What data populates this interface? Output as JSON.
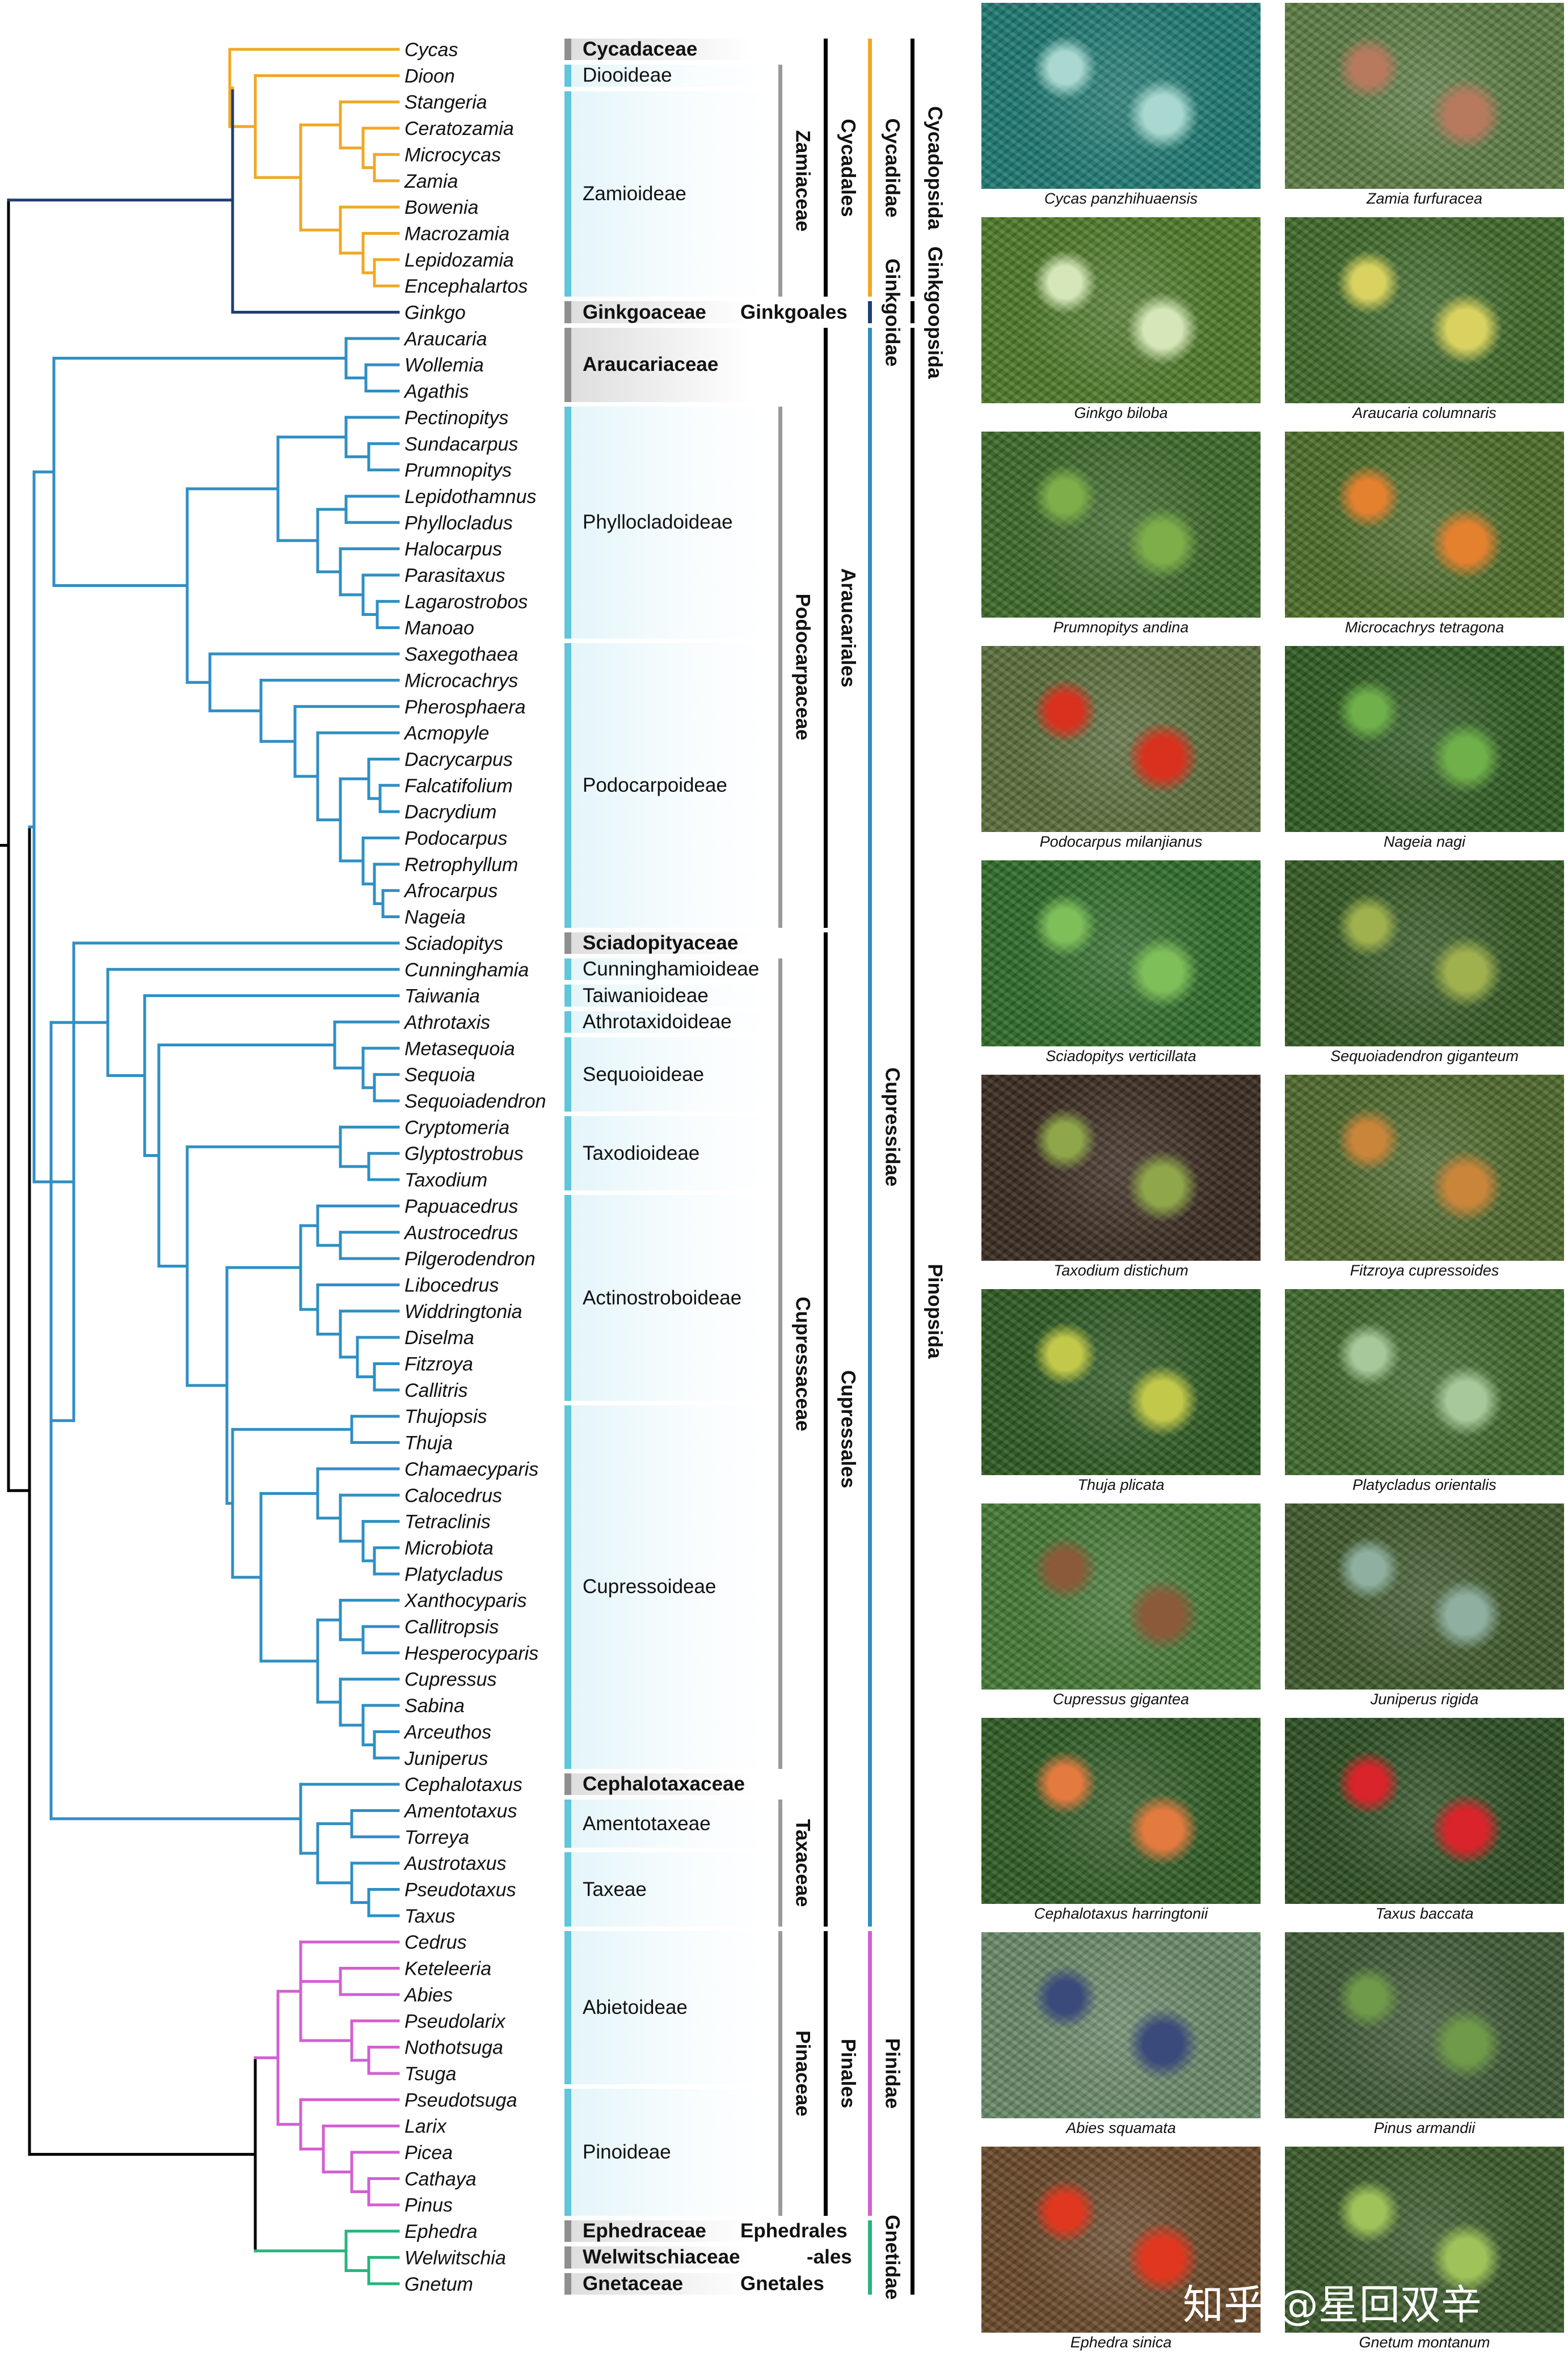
{
  "genera": [
    "Cycas",
    "Dioon",
    "Stangeria",
    "Ceratozamia",
    "Microcycas",
    "Zamia",
    "Bowenia",
    "Macrozamia",
    "Lepidozamia",
    "Encephalartos",
    "Ginkgo",
    "Araucaria",
    "Wollemia",
    "Agathis",
    "Pectinopitys",
    "Sundacarpus",
    "Prumnopitys",
    "Lepidothamnus",
    "Phyllocladus",
    "Halocarpus",
    "Parasitaxus",
    "Lagarostrobos",
    "Manoao",
    "Saxegothaea",
    "Microcachrys",
    "Pherosphaera",
    "Acmopyle",
    "Dacrycarpus",
    "Falcatifolium",
    "Dacrydium",
    "Podocarpus",
    "Retrophyllum",
    "Afrocarpus",
    "Nageia",
    "Sciadopitys",
    "Cunninghamia",
    "Taiwania",
    "Athrotaxis",
    "Metasequoia",
    "Sequoia",
    "Sequoiadendron",
    "Cryptomeria",
    "Glyptostrobus",
    "Taxodium",
    "Papuacedrus",
    "Austrocedrus",
    "Pilgerodendron",
    "Libocedrus",
    "Widdringtonia",
    "Diselma",
    "Fitzroya",
    "Callitris",
    "Thujopsis",
    "Thuja",
    "Chamaecyparis",
    "Calocedrus",
    "Tetraclinis",
    "Microbiota",
    "Platycladus",
    "Xanthocyparis",
    "Callitropsis",
    "Hesperocyparis",
    "Cupressus",
    "Sabina",
    "Arceuthos",
    "Juniperus",
    "Cephalotaxus",
    "Amentotaxus",
    "Torreya",
    "Austrotaxus",
    "Pseudotaxus",
    "Taxus",
    "Cedrus",
    "Keteleeria",
    "Abies",
    "Pseudolarix",
    "Nothotsuga",
    "Tsuga",
    "Pseudotsuga",
    "Larix",
    "Picea",
    "Cathaya",
    "Pinus",
    "Ephedra",
    "Welwitschia",
    "Gnetum"
  ],
  "subfamilies": [
    {
      "label": "Cycadaceae",
      "from": 0,
      "to": 0,
      "bold": true,
      "style": "gray"
    },
    {
      "label": "Diooideae",
      "from": 1,
      "to": 1,
      "bold": false,
      "style": "cyan"
    },
    {
      "label": "Zamioideae",
      "from": 2,
      "to": 9,
      "bold": false,
      "style": "cyan"
    },
    {
      "label": "Ginkgoaceae",
      "from": 10,
      "to": 10,
      "bold": true,
      "style": "gray"
    },
    {
      "label": "Araucariaceae",
      "from": 11,
      "to": 13,
      "bold": true,
      "style": "gray"
    },
    {
      "label": "Phyllocladoideae",
      "from": 14,
      "to": 22,
      "bold": false,
      "style": "cyan"
    },
    {
      "label": "Podocarpoideae",
      "from": 23,
      "to": 33,
      "bold": false,
      "style": "cyan"
    },
    {
      "label": "Sciadopityaceae",
      "from": 34,
      "to": 34,
      "bold": true,
      "style": "gray"
    },
    {
      "label": "Cunninghamioideae",
      "from": 35,
      "to": 35,
      "bold": false,
      "style": "cyan"
    },
    {
      "label": "Taiwanioideae",
      "from": 36,
      "to": 36,
      "bold": false,
      "style": "cyan"
    },
    {
      "label": "Athrotaxidoideae",
      "from": 37,
      "to": 37,
      "bold": false,
      "style": "cyan"
    },
    {
      "label": "Sequoioideae",
      "from": 38,
      "to": 40,
      "bold": false,
      "style": "cyan"
    },
    {
      "label": "Taxodioideae",
      "from": 41,
      "to": 43,
      "bold": false,
      "style": "cyan"
    },
    {
      "label": "Actinostroboideae",
      "from": 44,
      "to": 51,
      "bold": false,
      "style": "cyan"
    },
    {
      "label": "Cupressoideae",
      "from": 52,
      "to": 65,
      "bold": false,
      "style": "cyan"
    },
    {
      "label": "Cephalotaxaceae",
      "from": 66,
      "to": 66,
      "bold": true,
      "style": "gray"
    },
    {
      "label": "Amentotaxeae",
      "from": 67,
      "to": 68,
      "bold": false,
      "style": "cyan"
    },
    {
      "label": "Taxeae",
      "from": 69,
      "to": 71,
      "bold": false,
      "style": "cyan"
    },
    {
      "label": "Abietoideae",
      "from": 72,
      "to": 77,
      "bold": false,
      "style": "cyan"
    },
    {
      "label": "Pinoideae",
      "from": 78,
      "to": 82,
      "bold": false,
      "style": "cyan"
    },
    {
      "label": "Ephedraceae",
      "from": 83,
      "to": 83,
      "bold": true,
      "style": "gray"
    },
    {
      "label": "Welwitschiaceae",
      "from": 84,
      "to": 84,
      "bold": true,
      "style": "gray"
    },
    {
      "label": "Gnetaceae",
      "from": 85,
      "to": 85,
      "bold": true,
      "style": "gray"
    }
  ],
  "families": [
    {
      "label": "Zamiaceae",
      "from": 1,
      "to": 9
    },
    {
      "label": "Podocarpaceae",
      "from": 14,
      "to": 33
    },
    {
      "label": "Cupressaceae",
      "from": 35,
      "to": 65
    },
    {
      "label": "Taxaceae",
      "from": 67,
      "to": 71
    },
    {
      "label": "Pinaceae",
      "from": 72,
      "to": 82
    }
  ],
  "orders": [
    {
      "label": "Cycadales",
      "from": 0,
      "to": 9,
      "vertical": true
    },
    {
      "label": "Ginkgoales",
      "from": 10,
      "to": 10,
      "vertical": false
    },
    {
      "label": "Araucariales",
      "from": 11,
      "to": 33,
      "vertical": true
    },
    {
      "label": "Cupressales",
      "from": 34,
      "to": 71,
      "vertical": true
    },
    {
      "label": "Pinales",
      "from": 72,
      "to": 82,
      "vertical": true
    },
    {
      "label": "Ephedrales",
      "from": 83,
      "to": 83,
      "vertical": false
    },
    {
      "label": "-ales",
      "from": 84,
      "to": 84,
      "vertical": false
    },
    {
      "label": "Gnetales",
      "from": 85,
      "to": 85,
      "vertical": false
    }
  ],
  "subclasses": [
    {
      "label": "Cycadidae",
      "from": 0,
      "to": 9,
      "color": "#f0a824"
    },
    {
      "label": "Ginkgoidae",
      "from": 10,
      "to": 10,
      "color": "#1f3f73"
    },
    {
      "label": "Cupressidae",
      "from": 11,
      "to": 71,
      "color": "#2f8fc4"
    },
    {
      "label": "Pinidae",
      "from": 72,
      "to": 82,
      "color": "#d35fd0"
    },
    {
      "label": "Gnetidae",
      "from": 83,
      "to": 85,
      "color": "#2ab37e"
    }
  ],
  "classes": [
    {
      "label": "Cycadopsida",
      "from": 0,
      "to": 9
    },
    {
      "label": "Ginkgoopsida",
      "from": 10,
      "to": 10
    },
    {
      "label": "Pinopsida",
      "from": 11,
      "to": 85
    }
  ],
  "colors": {
    "cycads": "#f0a824",
    "ginkgo": "#1f3f73",
    "cupressids": "#2f8fc4",
    "pinids": "#d35fd0",
    "gnetids": "#2ab37e",
    "root": "#000000"
  },
  "photos": [
    {
      "caption": "Cycas panzhihuaensis",
      "bg": "#1f7a73",
      "accent": "#a8d8cf"
    },
    {
      "caption": "Zamia furfuracea",
      "bg": "#5d7d45",
      "accent": "#b77a5f"
    },
    {
      "caption": "Ginkgo biloba",
      "bg": "#4f7a2a",
      "accent": "#d5e6b8"
    },
    {
      "caption": "Araucaria columnaris",
      "bg": "#3f6a2a",
      "accent": "#d9d260"
    },
    {
      "caption": "Prumnopitys andina",
      "bg": "#3d6a2a",
      "accent": "#7eae4a"
    },
    {
      "caption": "Microcachrys tetragona",
      "bg": "#4e6e2a",
      "accent": "#e3812f"
    },
    {
      "caption": "Podocarpus milanjianus",
      "bg": "#5b6f3c",
      "accent": "#d8321f"
    },
    {
      "caption": "Nageia nagi",
      "bg": "#2f5c22",
      "accent": "#6fb04a"
    },
    {
      "caption": "Sciadopitys verticillata",
      "bg": "#2f6d2a",
      "accent": "#7fbf5a"
    },
    {
      "caption": "Sequoiadendron giganteum",
      "bg": "#355a24",
      "accent": "#9fb04f"
    },
    {
      "caption": "Taxodium distichum",
      "bg": "#3a2b20",
      "accent": "#8fa74a"
    },
    {
      "caption": "Fitzroya cupressoides",
      "bg": "#4f6a2c",
      "accent": "#c9853a"
    },
    {
      "caption": "Thuja plicata",
      "bg": "#2d5a22",
      "accent": "#c2c94a"
    },
    {
      "caption": "Platycladus orientalis",
      "bg": "#3e6a2c",
      "accent": "#a7c89a"
    },
    {
      "caption": "Cupressus gigantea",
      "bg": "#467a36",
      "accent": "#8a5a3a"
    },
    {
      "caption": "Juniperus rigida",
      "bg": "#3f5a2c",
      "accent": "#8fb0a0"
    },
    {
      "caption": "Cephalotaxus harringtonii",
      "bg": "#2f5c24",
      "accent": "#e37a3f"
    },
    {
      "caption": "Taxus baccata",
      "bg": "#2c4f22",
      "accent": "#d8242a"
    },
    {
      "caption": "Abies squamata",
      "bg": "#6a8a6a",
      "accent": "#3a4a7a"
    },
    {
      "caption": "Pinus armandii",
      "bg": "#3f5a36",
      "accent": "#6f9a4a"
    },
    {
      "caption": "Ephedra sinica",
      "bg": "#6a4a2a",
      "accent": "#e0381f"
    },
    {
      "caption": "Gnetum montanum",
      "bg": "#3a5a2a",
      "accent": "#9fc25a"
    }
  ],
  "watermark": "知乎 @星回双辛"
}
